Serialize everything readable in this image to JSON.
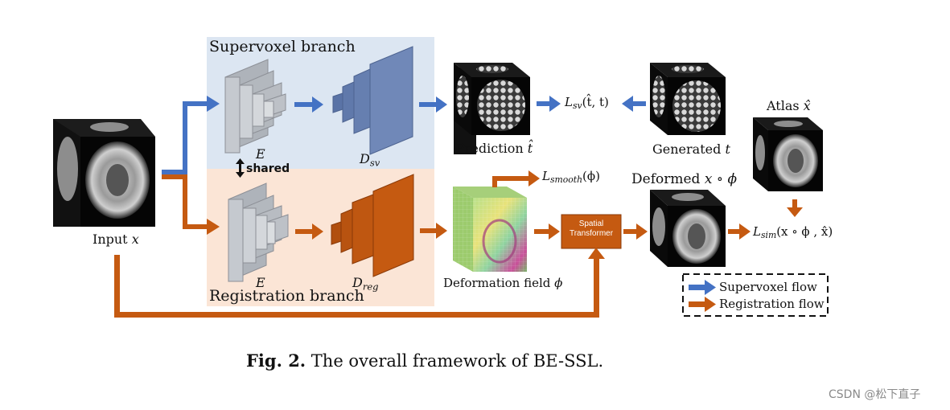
{
  "branches": {
    "supervoxel_title": "Supervoxel branch",
    "registration_title": "Registration branch",
    "encoder_label": "E",
    "shared_label": "shared",
    "decoder_sv_main": "D",
    "decoder_sv_sub": "sv",
    "decoder_reg_main": "D",
    "decoder_reg_sub": "reg"
  },
  "nodes": {
    "input_text": "Input ",
    "input_var": "x",
    "prediction_text": "Prediction ",
    "prediction_var": "t̂",
    "generated_text": "Generated ",
    "generated_var": "t",
    "atlas_text": "Atlas ",
    "atlas_var": "x̂",
    "deformed_text": "Deformed ",
    "deformed_var": "x ∘ ϕ",
    "deformation_text": "Deformation field ",
    "deformation_var": "ϕ",
    "spatial_transformer_line1": "Spatial",
    "spatial_transformer_line2": "Transformer"
  },
  "losses": {
    "sv_main": "L",
    "sv_sub": "sv",
    "sv_args": "(t̂, t)",
    "smooth_main": "L",
    "smooth_sub": "smooth",
    "smooth_args": "(ϕ)",
    "sim_main": "L",
    "sim_sub": "sim",
    "sim_args": "(x ∘ ϕ , x̂)"
  },
  "legend": {
    "supervoxel_flow": "Supervoxel flow",
    "registration_flow": "Registration flow"
  },
  "caption": {
    "bold": "Fig. 2.",
    "text": " The overall framework of BE-SSL."
  },
  "watermark": "CSDN @松下直子",
  "colors": {
    "supervoxel_flow": "#4472c4",
    "registration_flow": "#c55a11",
    "supervoxel_bg": "#dce6f2",
    "registration_bg": "#fbe5d6",
    "encoder_gray": "#bfc3c9",
    "decoder_blue": "#6f86b5",
    "decoder_orange": "#c55a11"
  }
}
